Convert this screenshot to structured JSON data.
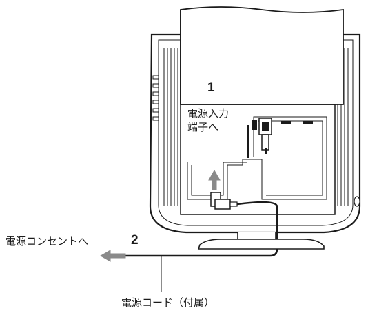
{
  "callouts": {
    "step1": "1",
    "step2": "2",
    "power_input_line1": "電源入力",
    "power_input_line2": "端子へ",
    "power_outlet": "電源コンセントへ",
    "power_cord": "電源コード（付属）"
  },
  "colors": {
    "ink": "#1a1a1a",
    "monitor_fill": "#ffffff",
    "arrow": "#8a8a8a",
    "panel_gray": "#9a9a9a"
  }
}
